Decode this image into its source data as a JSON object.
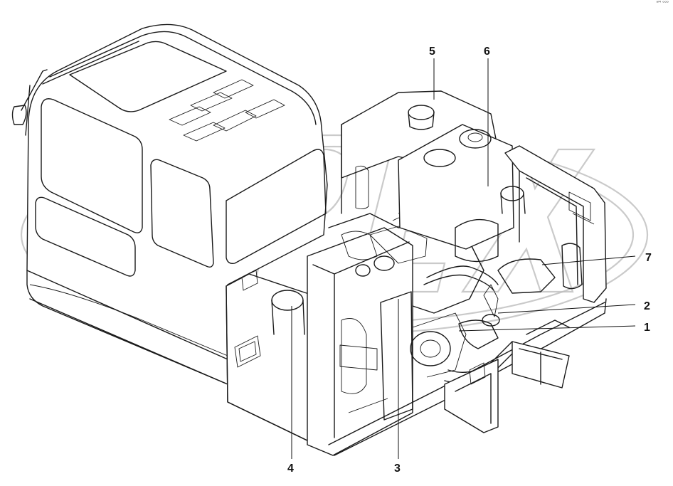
{
  "corner_mark": "ᵃᴹ ᵒᵒᵒ",
  "callouts": [
    {
      "id": "1",
      "label": "1"
    },
    {
      "id": "2",
      "label": "2"
    },
    {
      "id": "3",
      "label": "3"
    },
    {
      "id": "4",
      "label": "4"
    },
    {
      "id": "5",
      "label": "5"
    },
    {
      "id": "6",
      "label": "6"
    },
    {
      "id": "7",
      "label": "7"
    }
  ],
  "watermark_text": "OPEX",
  "colors": {
    "ink": "#1a1a1a",
    "watermark": "#bdbdbd",
    "background": "#ffffff"
  }
}
